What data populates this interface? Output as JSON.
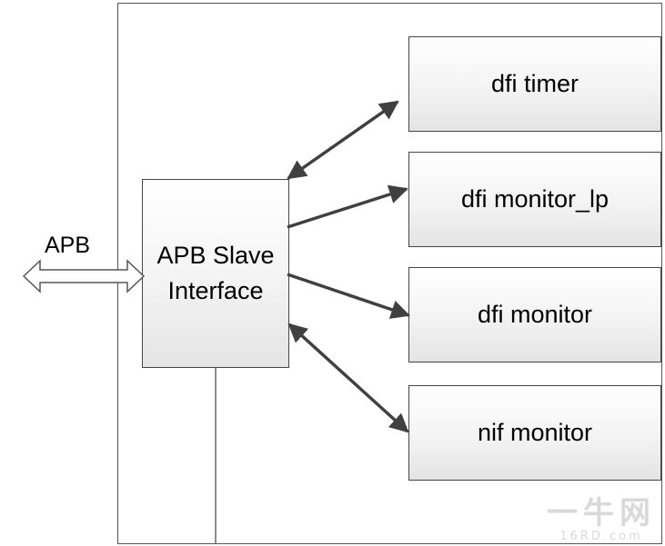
{
  "blocks": {
    "apb_slave": {
      "line1": "APB Slave",
      "line2": "Interface"
    },
    "dfi_timer": "dfi timer",
    "dfi_monitor_lp": "dfi monitor_lp",
    "dfi_monitor": "dfi monitor",
    "nif_monitor": "nif monitor"
  },
  "external_bus_label": "APB",
  "watermark": {
    "main": "一牛网",
    "sub": "16RD.com"
  },
  "colors": {
    "arrow": "#404040",
    "border": "#444444",
    "block_fill_top": "#ffffff",
    "block_fill_bottom": "#e4e4e4"
  }
}
